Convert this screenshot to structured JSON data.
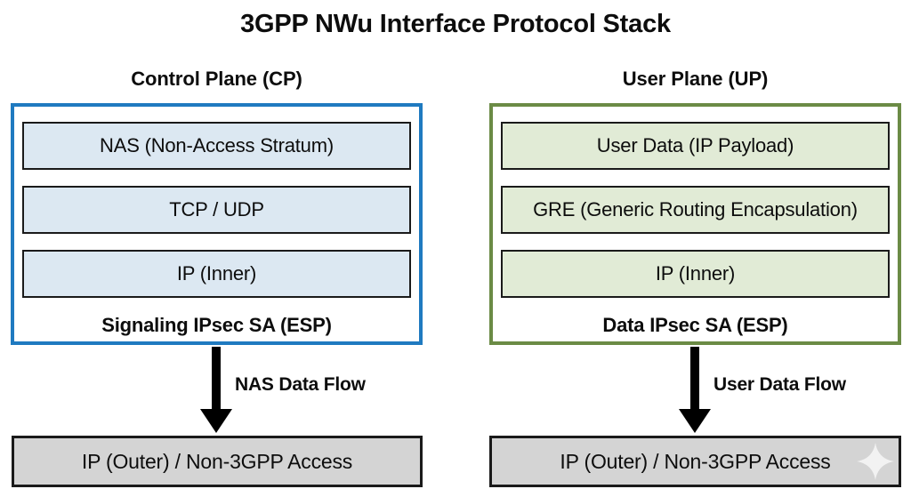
{
  "title": "3GPP NWu Interface Protocol Stack",
  "colors": {
    "control_plane_border": "#1f7ac0",
    "control_plane_layer_fill": "#dce8f2",
    "user_plane_border": "#6b8b45",
    "user_plane_layer_fill": "#e1ebd6",
    "access_box_fill": "#d4d4d4",
    "layer_outline": "#1a1a1a",
    "arrow": "#000000",
    "text": "#0d0d0d"
  },
  "control_plane": {
    "header": "Control Plane (CP)",
    "layers": [
      "NAS (Non-Access Stratum)",
      "TCP / UDP",
      "IP (Inner)"
    ],
    "sa_label": "Signaling IPsec SA (ESP)",
    "flow_label": "NAS Data Flow",
    "access_label": "IP (Outer) / Non-3GPP Access",
    "arrow_icon": "arrow-down-icon"
  },
  "user_plane": {
    "header": "User Plane (UP)",
    "layers": [
      "User Data (IP Payload)",
      "GRE (Generic Routing Encapsulation)",
      "IP (Inner)"
    ],
    "sa_label": "Data IPsec SA (ESP)",
    "flow_label": "User Data Flow",
    "access_label": "IP (Outer) / Non-3GPP Access",
    "arrow_icon": "arrow-down-icon",
    "decoration_icon": "sparkle-icon"
  }
}
